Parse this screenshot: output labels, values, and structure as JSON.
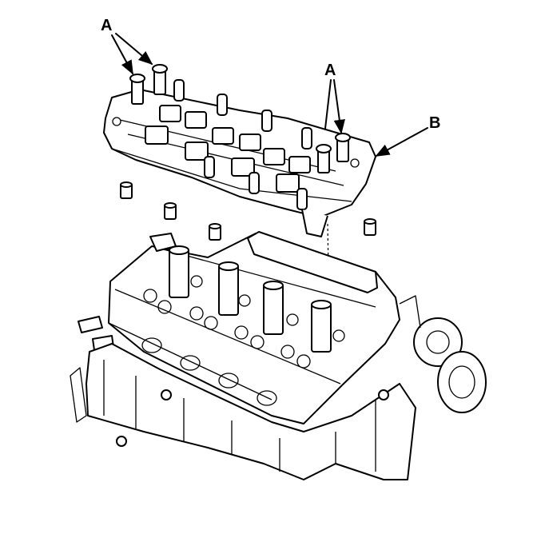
{
  "labels": {
    "bolts_left": "A",
    "bolts_right": "A",
    "rocker_assembly": "B"
  },
  "colors": {
    "ink": "#000000",
    "paper": "#ffffff"
  },
  "icons": [
    "arrow-icon"
  ]
}
